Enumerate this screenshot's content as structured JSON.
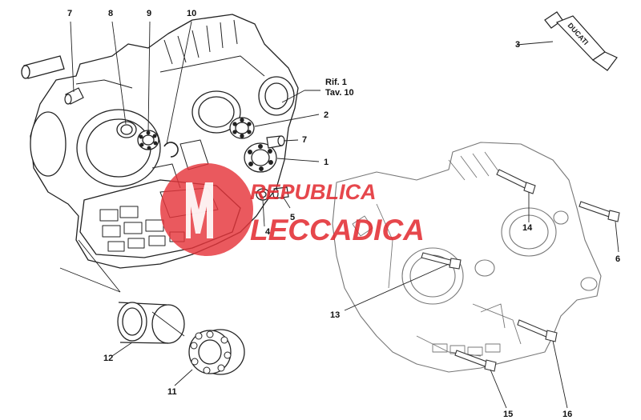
{
  "diagram": {
    "reference_note": {
      "line1": "Rif. 1",
      "line2": "Tav. 10"
    },
    "tube_label": "DUCATI",
    "watermark": {
      "line1": "REPUBLICA",
      "line2": "LECCADICA"
    },
    "callouts": {
      "c1": "1",
      "c2": "2",
      "c3": "3",
      "c4": "4",
      "c5": "5",
      "c6": "6",
      "c7a": "7",
      "c7b": "7",
      "c8": "8",
      "c9": "9",
      "c10": "10",
      "c11": "11",
      "c12": "12",
      "c13": "13",
      "c14": "14",
      "c15": "15",
      "c16": "16"
    }
  }
}
